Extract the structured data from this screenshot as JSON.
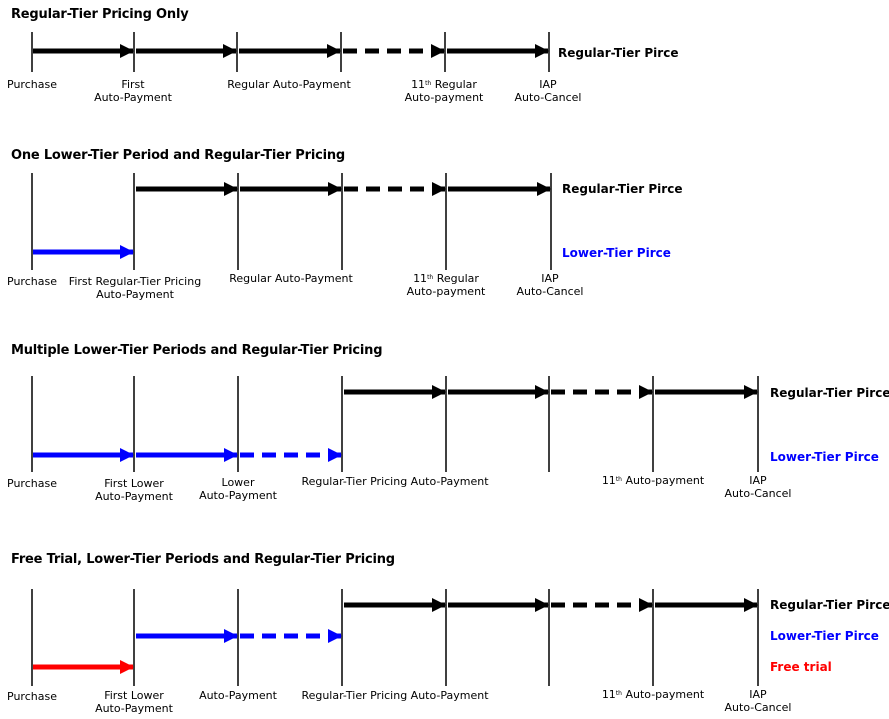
{
  "colors": {
    "regular": "#000000",
    "lower": "#0000ff",
    "free": "#ff0000"
  },
  "panels": [
    {
      "title": "Regular-Tier Pricing Only",
      "labels": [
        "Purchase",
        "First",
        "Auto-Payment",
        "Regular Auto-Payment",
        "11",
        "th",
        "Regular",
        "Auto-payment",
        "IAP",
        "Auto-Cancel"
      ],
      "legend": [
        "Regular-Tier Pirce"
      ]
    },
    {
      "title": "One Lower-Tier Period and Regular-Tier Pricing",
      "labels": [
        "Purchase",
        "First Regular-Tier Pricing",
        "Auto-Payment",
        "Regular Auto-Payment",
        "11",
        "th",
        "Regular",
        "Auto-payment",
        "IAP",
        "Auto-Cancel"
      ],
      "legend": [
        "Regular-Tier Pirce",
        "Lower-Tier Pirce"
      ]
    },
    {
      "title": "Multiple Lower-Tier Periods and Regular-Tier Pricing",
      "labels": [
        "Purchase",
        "First Lower",
        "Auto-Payment",
        "Lower",
        "Auto-Payment",
        "Regular-Tier Pricing Auto-Payment",
        "11",
        "th",
        "Auto-payment",
        "IAP",
        "Auto-Cancel"
      ],
      "legend": [
        "Regular-Tier Pirce",
        "Lower-Tier Pirce"
      ]
    },
    {
      "title": "Free Trial, Lower-Tier Periods and Regular-Tier Pricing",
      "labels": [
        "Purchase",
        "First Lower",
        "Auto-Payment",
        "Auto-Payment",
        "Regular-Tier Pricing Auto-Payment",
        "11",
        "th",
        "Auto-payment",
        "IAP",
        "Auto-Cancel"
      ],
      "legend": [
        "Regular-Tier Pirce",
        "Lower-Tier Pirce",
        "Free trial"
      ]
    }
  ]
}
